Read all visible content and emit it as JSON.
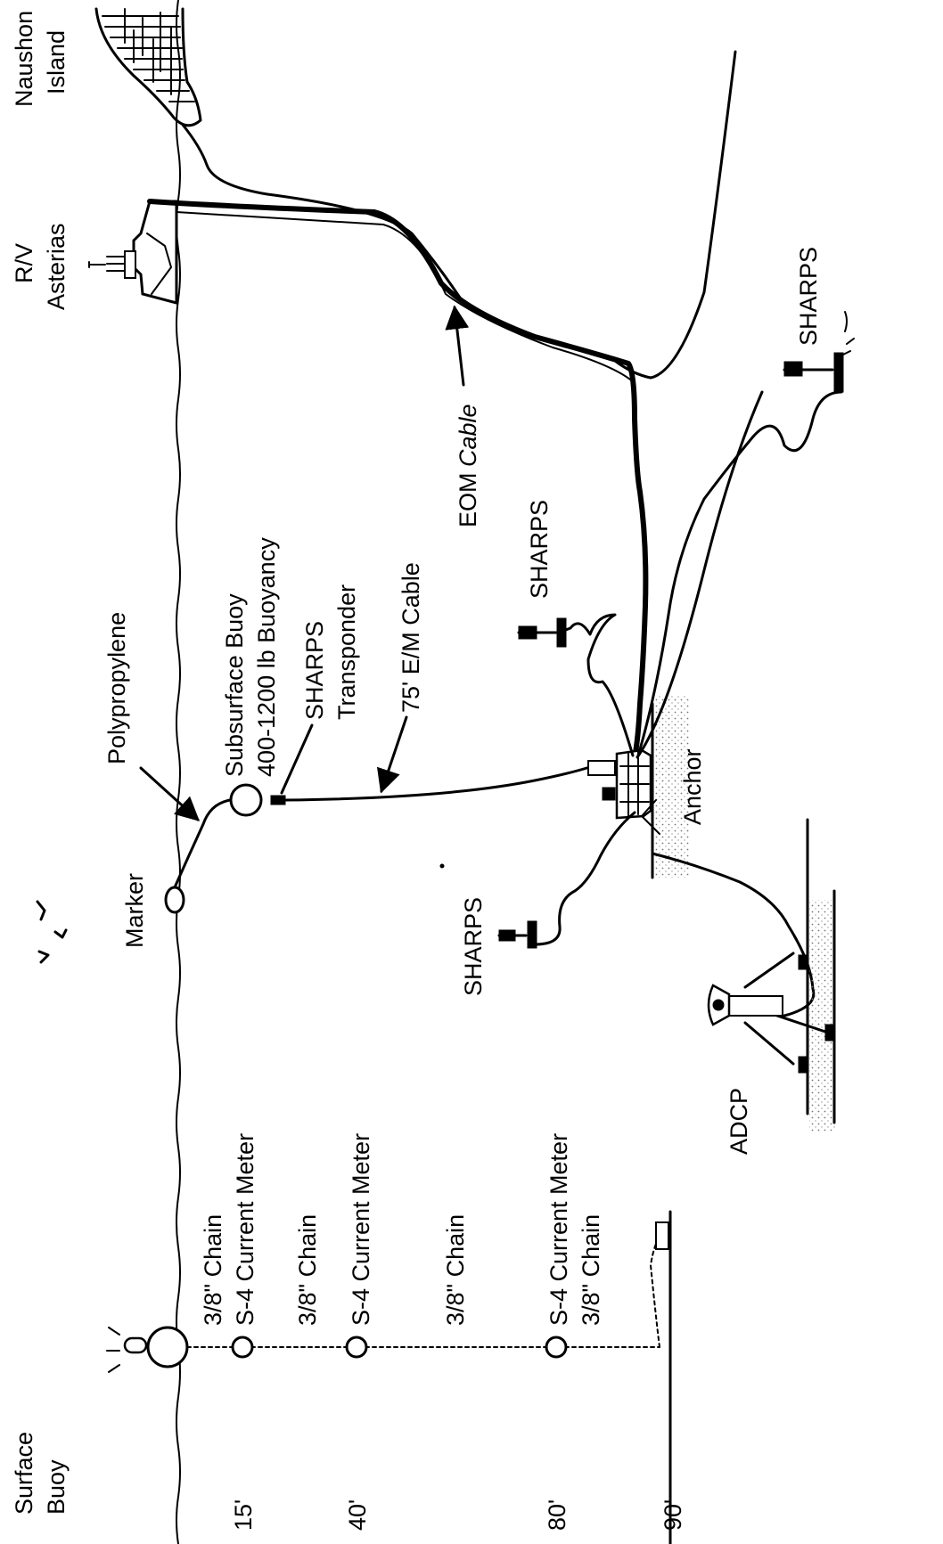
{
  "labels": {
    "surface_buoy_l1": "Surface",
    "surface_buoy_l2": "Buoy",
    "rv_l1": "R/V",
    "rv_l2": "Asterias",
    "naushon_l1": "Naushon",
    "naushon_l2": "Island",
    "chain_1": "3/8\" Chain",
    "current_meter_1": "S-4 Current Meter",
    "chain_2": "3/8\" Chain",
    "current_meter_2": "S-4 Current Meter",
    "chain_3": "3/8\" Chain",
    "current_meter_3": "S-4 Current Meter",
    "chain_4": "3/8\" Chain",
    "depth_15": "15'",
    "depth_40": "40'",
    "depth_80": "80'",
    "depth_90": "90'",
    "marker": "Marker",
    "polypropylene": "Polypropylene",
    "subsurface_l1": "Subsurface Buoy",
    "subsurface_l2": "400-1200 lb Buoyancy",
    "transponder_l1": "SHARPS",
    "transponder_l2": "Transponder",
    "em_cable": "75' E/M Cable",
    "sharps_left": "SHARPS",
    "sharps_mid": "SHARPS",
    "sharps_right": "SHARPS",
    "eom_cable_1": "EOM",
    "eom_cable_2": "Cable",
    "anchor": "Anchor",
    "adcp": "ADCP"
  }
}
